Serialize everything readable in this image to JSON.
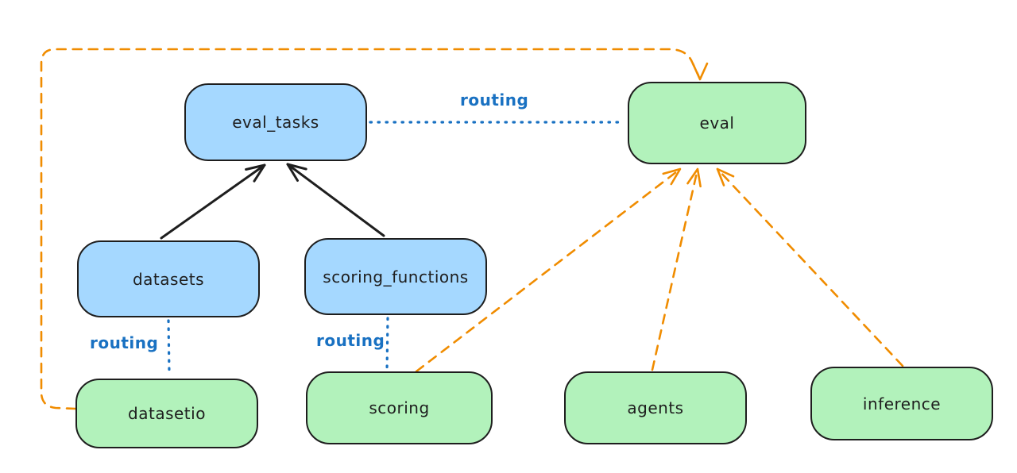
{
  "diagram": {
    "nodes": [
      {
        "id": "eval_tasks",
        "label": "eval_tasks",
        "fill": "blue"
      },
      {
        "id": "eval",
        "label": "eval",
        "fill": "green"
      },
      {
        "id": "datasets",
        "label": "datasets",
        "fill": "blue"
      },
      {
        "id": "scoring_functions",
        "label": "scoring_functions",
        "fill": "blue"
      },
      {
        "id": "datasetio",
        "label": "datasetio",
        "fill": "green"
      },
      {
        "id": "scoring",
        "label": "scoring",
        "fill": "green"
      },
      {
        "id": "agents",
        "label": "agents",
        "fill": "green"
      },
      {
        "id": "inference",
        "label": "inference",
        "fill": "green"
      }
    ],
    "edges": [
      {
        "from": "datasets",
        "to": "eval_tasks",
        "type": "solid-arrow",
        "label": ""
      },
      {
        "from": "scoring_functions",
        "to": "eval_tasks",
        "type": "solid-arrow",
        "label": ""
      },
      {
        "from": "eval_tasks",
        "to": "eval",
        "type": "dotted",
        "label": "routing"
      },
      {
        "from": "datasets",
        "to": "datasetio",
        "type": "dotted",
        "label": "routing"
      },
      {
        "from": "scoring_functions",
        "to": "scoring",
        "type": "dotted",
        "label": "routing"
      },
      {
        "from": "datasetio",
        "to": "eval",
        "type": "dashed-arrow",
        "label": ""
      },
      {
        "from": "scoring",
        "to": "eval",
        "type": "dashed-arrow",
        "label": ""
      },
      {
        "from": "agents",
        "to": "eval",
        "type": "dashed-arrow",
        "label": ""
      },
      {
        "from": "inference",
        "to": "eval",
        "type": "dashed-arrow",
        "label": ""
      }
    ]
  },
  "colors": {
    "background": "#ffffff",
    "stroke": "#1e1e1e",
    "blue_fill": "#a5d8ff",
    "green_fill": "#b2f2bb",
    "routing_blue": "#1971c2",
    "orange": "#f08c00"
  }
}
